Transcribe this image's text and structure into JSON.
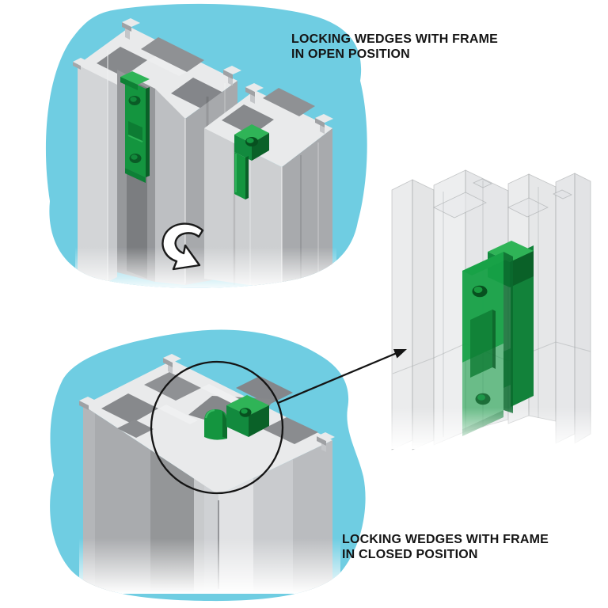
{
  "captions": {
    "open": "LOCKING WEDGES WITH FRAME\nIN OPEN POSITION",
    "closed": "LOCKING WEDGES WITH FRAME\nIN CLOSED POSITION"
  },
  "colors": {
    "background": "#ffffff",
    "highlight_cyan": "#6fcde2",
    "wedge_green": "#14953f",
    "wedge_green_light": "#2fb457",
    "wedge_green_dark": "#0a6128",
    "profile_light": "#e9eaeb",
    "profile_mid": "#c6c8cb",
    "profile_dark": "#a2a4a7",
    "profile_shadow": "#87898c",
    "ink": "#141414"
  },
  "annotations": {
    "rotation_arrow": "rotation-arrow-icon",
    "detail_circle": "detail-callout-circle",
    "leader_arrow": "leader-arrow-icon"
  }
}
